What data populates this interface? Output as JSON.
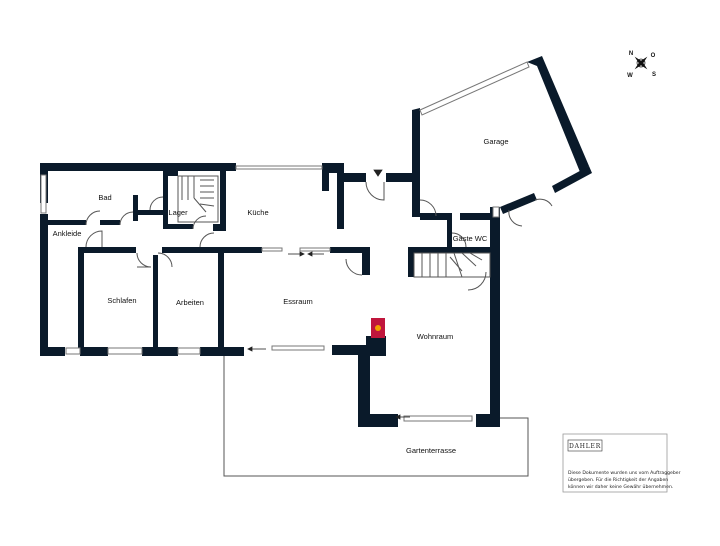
{
  "rooms": {
    "garage": "Garage",
    "bad": "Bad",
    "lager": "Lager",
    "kueche": "Küche",
    "ankleide": "Ankleide",
    "gaeste_wc": "Gäste WC",
    "schlafen": "Schlafen",
    "arbeiten": "Arbeiten",
    "essraum": "Essraum",
    "wohnraum": "Wohnraum",
    "gartenterrasse": "Gartenterrasse"
  },
  "compass": {
    "n": "N",
    "o": "O",
    "s": "S",
    "w": "W"
  },
  "note": {
    "brand": "DAHLER",
    "line1": "Diese Dokumente wurden uns vom Auftraggeber",
    "line2": "übergeben. Für die Richtigkeit der Angaben",
    "line3": "können wir daher keine Gewähr übernehmen."
  },
  "colors": {
    "wall": "#0a1a2a",
    "fireplace": "#c0163c",
    "fireplace_glow": "#f2a200"
  }
}
